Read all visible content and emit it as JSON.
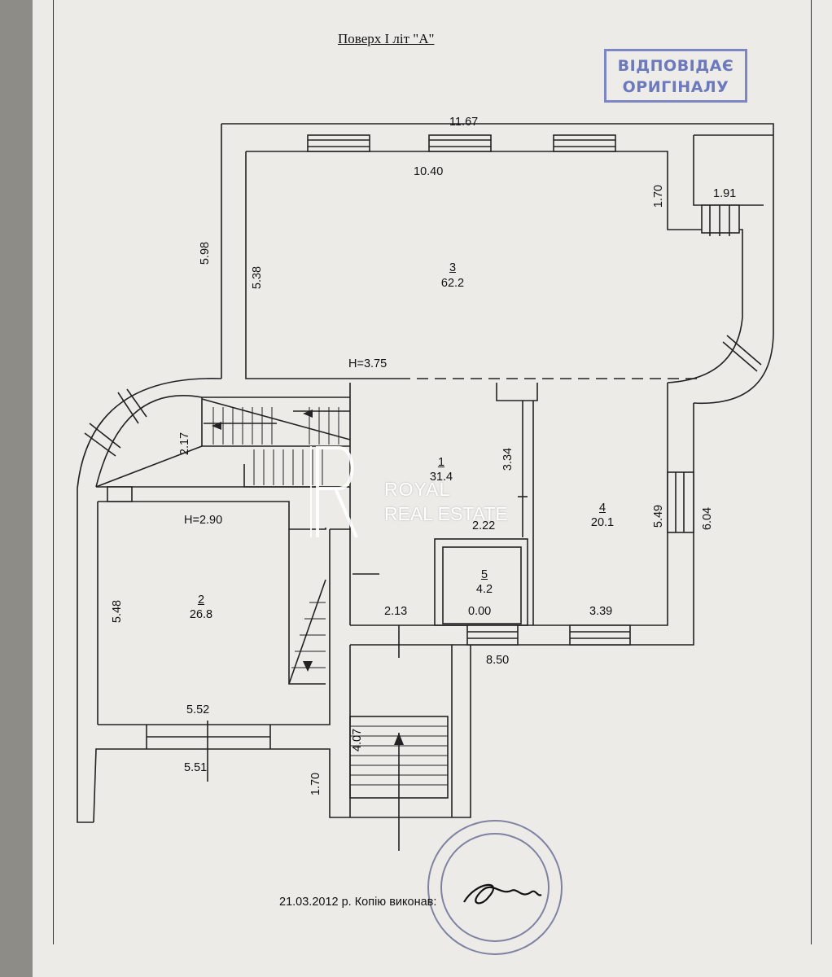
{
  "document": {
    "title": "Поверх І літ \"А\"",
    "approval_stamp": {
      "line1": "ВІДПОВІДАЄ",
      "line2": "ОРИГІНАЛУ"
    },
    "footer": "21.03.2012 р. Копію виконав:"
  },
  "rooms": [
    {
      "number": "3",
      "area": "62.2"
    },
    {
      "number": "1",
      "area": "31.4"
    },
    {
      "number": "4",
      "area": "20.1"
    },
    {
      "number": "2",
      "area": "26.8"
    },
    {
      "number": "5",
      "area": "4.2"
    }
  ],
  "dimensions": {
    "top_outer": "11.67",
    "top_inner": "10.40",
    "left_outer": "5.98",
    "left_inner": "5.38",
    "corner_h": "1.70",
    "corner_w": "1.91",
    "height_main": "H=3.75",
    "stair_217": "2.17",
    "hall_334": "3.34",
    "room5_w": "2.22",
    "room4_h": "5.49",
    "right_outer": "6.04",
    "height_lower": "H=2.90",
    "room2_h": "5.48",
    "room2_w_inner": "5.52",
    "room2_w_outer": "5.51",
    "bottom_170": "1.70",
    "porch_len": "4.07",
    "hall_213": "2.13",
    "room5_000": "0.00",
    "room4_w": "3.39",
    "bottom_850": "8.50"
  },
  "watermark": {
    "line1": "ROYAL",
    "line2": "REAL ESTATE"
  },
  "colors": {
    "stamp": "#6d79bd",
    "ink": "#111111",
    "paper": "#ecebe7"
  }
}
